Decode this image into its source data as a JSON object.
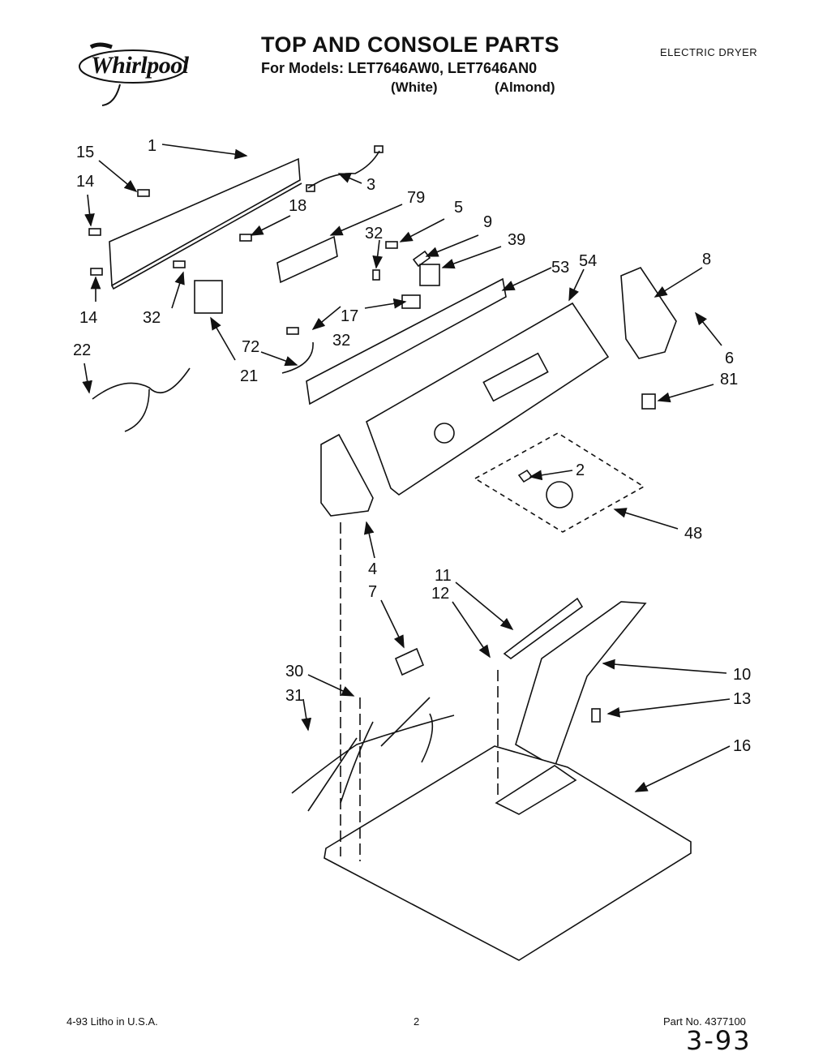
{
  "header": {
    "brand": "Whirlpool",
    "title": "TOP AND CONSOLE PARTS",
    "models": "For Models: LET7646AW0, LET7646AN0",
    "color_white": "(White)",
    "color_almond": "(Almond)",
    "product_type": "ELECTRIC DRYER"
  },
  "parts": {
    "p1": "1",
    "p2": "2",
    "p3": "3",
    "p4": "4",
    "p5": "5",
    "p6": "6",
    "p7": "7",
    "p8": "8",
    "p9": "9",
    "p10": "10",
    "p11": "11",
    "p12": "12",
    "p13": "13",
    "p14a": "14",
    "p14b": "14",
    "p15": "15",
    "p16": "16",
    "p17": "17",
    "p18": "18",
    "p21": "21",
    "p22": "22",
    "p30": "30",
    "p31": "31",
    "p32a": "32",
    "p32b": "32",
    "p32c": "32",
    "p39": "39",
    "p48": "48",
    "p53": "53",
    "p54": "54",
    "p72": "72",
    "p79": "79",
    "p81": "81"
  },
  "footer": {
    "litho": "4-93 Litho in U.S.A.",
    "page": "2",
    "part_no": "Part No. 4377100",
    "handwritten": "3-93"
  }
}
